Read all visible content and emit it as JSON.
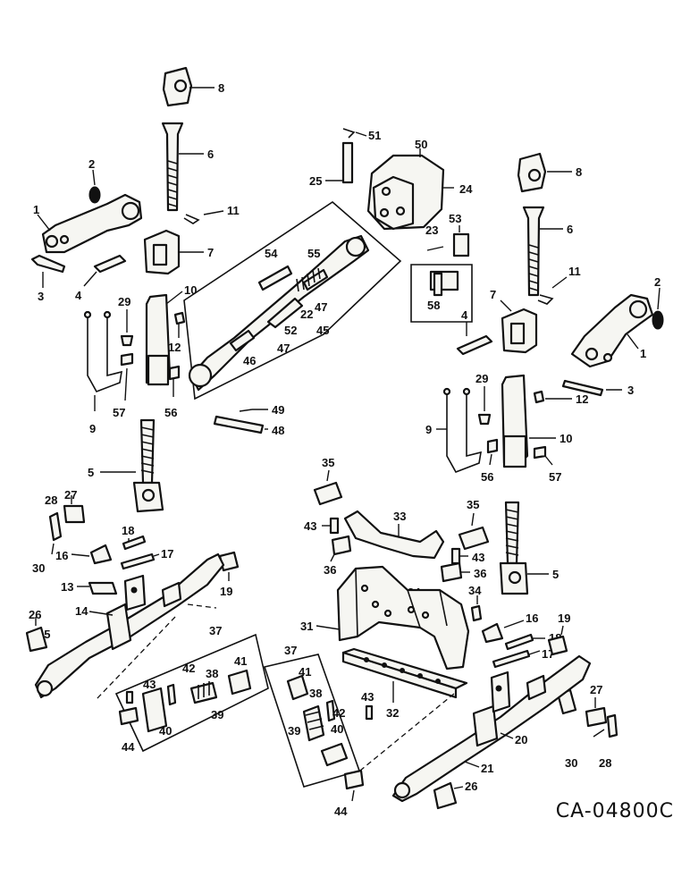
{
  "drawing_code": "CA-04800C",
  "callouts": {
    "c1": "1",
    "c2": "2",
    "c3": "3",
    "c4": "4",
    "c5": "5",
    "c6": "6",
    "c7": "7",
    "c8": "8",
    "c9": "9",
    "c10": "10",
    "c11": "11",
    "c12": "12",
    "c13": "13",
    "c15": "15",
    "c14": "14",
    "c16": "16",
    "c17": "17",
    "c18": "18",
    "c19": "19",
    "c20": "20",
    "c21": "21",
    "c22": "22",
    "c23": "23",
    "c24": "24",
    "c25": "25",
    "c26": "26",
    "c27": "27",
    "c28": "28",
    "c29": "29",
    "c30": "30",
    "c31": "31",
    "c32": "32",
    "c33": "33",
    "c34": "34",
    "c35": "35",
    "c36": "36",
    "c37": "37",
    "c38": "38",
    "c39": "39",
    "c40": "40",
    "c41": "41",
    "c42": "42",
    "c43": "43",
    "c44": "44",
    "c45": "45",
    "c46": "46",
    "c47": "47",
    "c48": "48",
    "c49": "49",
    "c50": "50",
    "c51": "51",
    "c52": "52",
    "c53": "53",
    "c54": "54",
    "c55": "55",
    "c56": "56",
    "c57": "57",
    "c58": "58"
  }
}
